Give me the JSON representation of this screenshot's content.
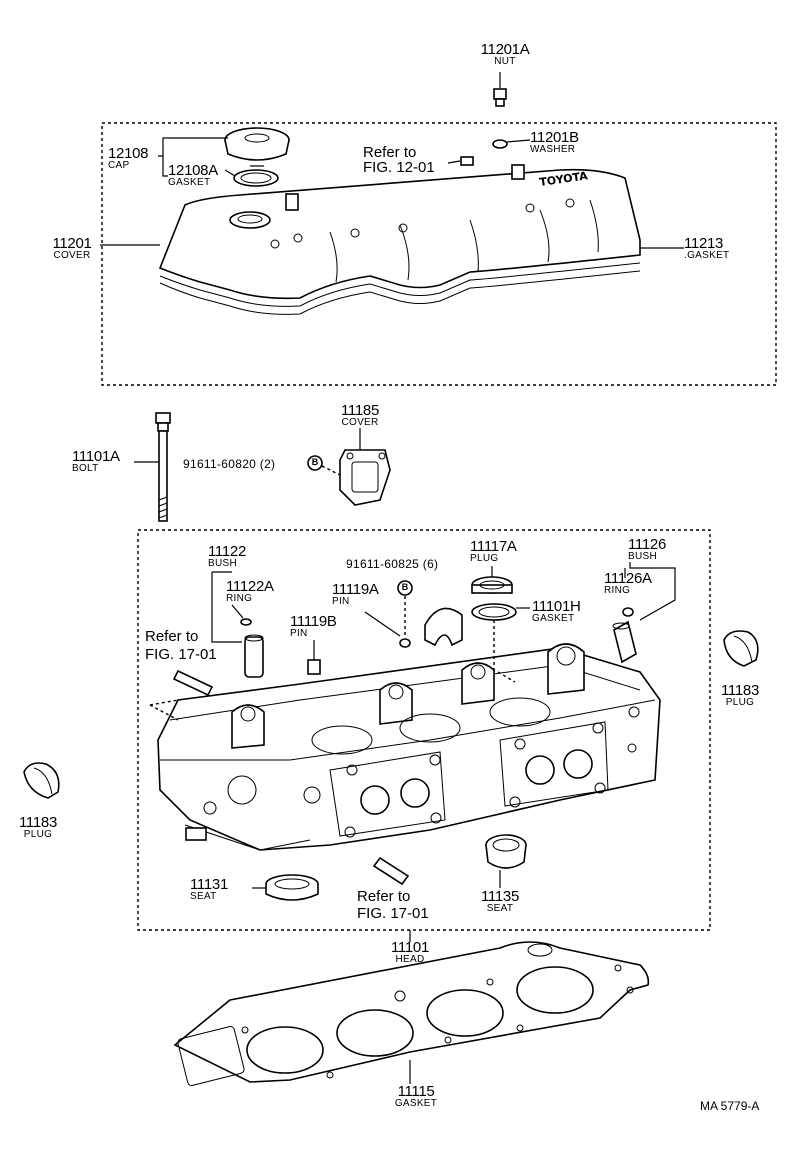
{
  "labels": {
    "nut": {
      "number": "11201A",
      "name": "NUT"
    },
    "washer": {
      "number": "11201B",
      "name": "WASHER"
    },
    "refer_12": {
      "line1": "Refer to",
      "line2": "FIG. 12-01"
    },
    "cap": {
      "number": "12108",
      "name": "CAP"
    },
    "cap_gasket": {
      "number": "12108A",
      "name": "GASKET"
    },
    "cover": {
      "number": "11201",
      "name": "COVER"
    },
    "cover_gasket": {
      "number": "11213",
      "name": ".GASKET"
    },
    "bolt": {
      "number": "11101A",
      "name": "BOLT"
    },
    "bolt_ref": {
      "text": "91611-60820 (2)"
    },
    "cover_small": {
      "number": "11185",
      "name": "COVER"
    },
    "bush_left": {
      "number": "11122",
      "name": "BUSH"
    },
    "ring_left": {
      "number": "11122A",
      "name": "RING"
    },
    "pin_a_ref": {
      "text": "91611-60825 (6)"
    },
    "pin_a": {
      "number": "11119A",
      "name": "PIN"
    },
    "pin_b": {
      "number": "11119B",
      "name": "PIN"
    },
    "plug_top": {
      "number": "11117A",
      "name": "PLUG"
    },
    "head_gasket_small": {
      "number": "11101H",
      "name": "GASKET"
    },
    "bush_right": {
      "number": "11126",
      "name": "BUSH"
    },
    "ring_right": {
      "number": "11126A",
      "name": "RING"
    },
    "refer_17_left": {
      "line1": "Refer to",
      "line2": "FIG. 17-01"
    },
    "plug_right": {
      "number": "11183",
      "name": "PLUG"
    },
    "plug_left": {
      "number": "11183",
      "name": "PLUG"
    },
    "seat_left": {
      "number": "11131",
      "name": "SEAT"
    },
    "refer_17_bottom": {
      "line1": "Refer to",
      "line2": "FIG. 17-01"
    },
    "seat_right": {
      "number": "11135",
      "name": "SEAT"
    },
    "head": {
      "number": "11101",
      "name": "HEAD"
    },
    "head_gasket": {
      "number": "11115",
      "name": "GASKET"
    },
    "bolt_marker": "B",
    "pin_marker": "B",
    "doc_code": "MA 5779-A"
  }
}
